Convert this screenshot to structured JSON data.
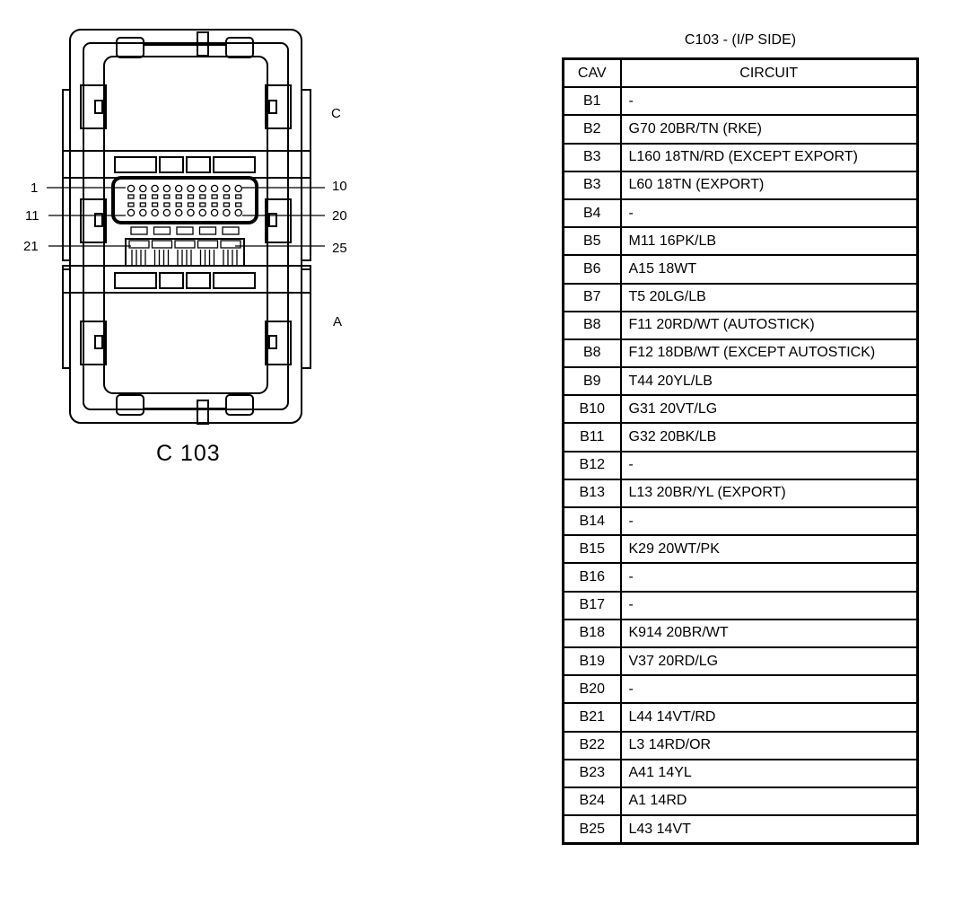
{
  "connector": {
    "name": "C103",
    "caption": "C 103",
    "side_labels": {
      "top": "C",
      "bottom": "A"
    },
    "pin_labels": {
      "row1_start": "1",
      "row1_end": "10",
      "row2_start": "11",
      "row2_end": "20",
      "row3_start": "21",
      "row3_end": "25"
    }
  },
  "table": {
    "title": "C103 - (I/P SIDE)",
    "headers": {
      "cav": "CAV",
      "circuit": "CIRCUIT"
    },
    "rows": [
      {
        "cav": "B1",
        "circuit": "-"
      },
      {
        "cav": "B2",
        "circuit": "G70 20BR/TN (RKE)"
      },
      {
        "cav": "B3",
        "circuit": "L160 18TN/RD (EXCEPT EXPORT)"
      },
      {
        "cav": "B3",
        "circuit": "L60 18TN (EXPORT)"
      },
      {
        "cav": "B4",
        "circuit": "-"
      },
      {
        "cav": "B5",
        "circuit": "M11 16PK/LB"
      },
      {
        "cav": "B6",
        "circuit": "A15 18WT"
      },
      {
        "cav": "B7",
        "circuit": "T5 20LG/LB"
      },
      {
        "cav": "B8",
        "circuit": "F11 20RD/WT (AUTOSTICK)"
      },
      {
        "cav": "B8",
        "circuit": "F12 18DB/WT (EXCEPT AUTOSTICK)"
      },
      {
        "cav": "B9",
        "circuit": "T44 20YL/LB"
      },
      {
        "cav": "B10",
        "circuit": "G31 20VT/LG"
      },
      {
        "cav": "B11",
        "circuit": "G32 20BK/LB"
      },
      {
        "cav": "B12",
        "circuit": "-"
      },
      {
        "cav": "B13",
        "circuit": "L13 20BR/YL (EXPORT)"
      },
      {
        "cav": "B14",
        "circuit": "-"
      },
      {
        "cav": "B15",
        "circuit": "K29 20WT/PK"
      },
      {
        "cav": "B16",
        "circuit": "-"
      },
      {
        "cav": "B17",
        "circuit": "-"
      },
      {
        "cav": "B18",
        "circuit": "K914 20BR/WT"
      },
      {
        "cav": "B19",
        "circuit": "V37 20RD/LG"
      },
      {
        "cav": "B20",
        "circuit": "-"
      },
      {
        "cav": "B21",
        "circuit": "L44 14VT/RD"
      },
      {
        "cav": "B22",
        "circuit": "L3 14RD/OR"
      },
      {
        "cav": "B23",
        "circuit": "A41 14YL"
      },
      {
        "cav": "B24",
        "circuit": "A1 14RD"
      },
      {
        "cav": "B25",
        "circuit": "L43 14VT"
      }
    ]
  }
}
